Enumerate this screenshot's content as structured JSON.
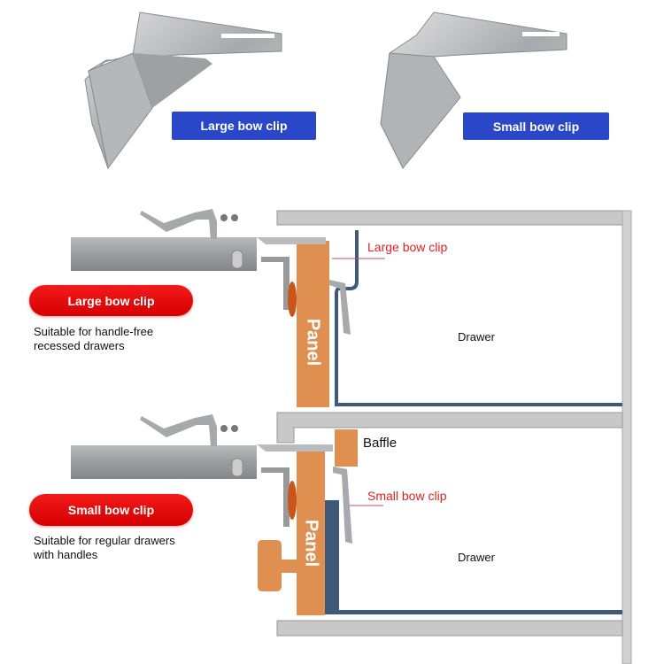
{
  "products": [
    {
      "label": "Large bow clip"
    },
    {
      "label": "Small bow clip"
    }
  ],
  "diagrams": [
    {
      "badge": "Large bow clip",
      "description_line1": "Suitable for handle-free",
      "description_line2": "recessed drawers",
      "callout": "Large bow clip",
      "panel_label": "Panel",
      "drawer_label": "Drawer"
    },
    {
      "badge": "Small bow clip",
      "description_line1": "Suitable for regular drawers",
      "description_line2": "with handles",
      "callout": "Small bow clip",
      "baffle_label": "Baffle",
      "panel_label": "Panel",
      "drawer_label": "Drawer"
    }
  ],
  "colors": {
    "badge_blue": "#2b47c9",
    "badge_red": "#e60d0d",
    "panel_orange": "#df8f50",
    "drawer_blue": "#3f5a78",
    "cabinet_gray": "#c8c8c8"
  }
}
